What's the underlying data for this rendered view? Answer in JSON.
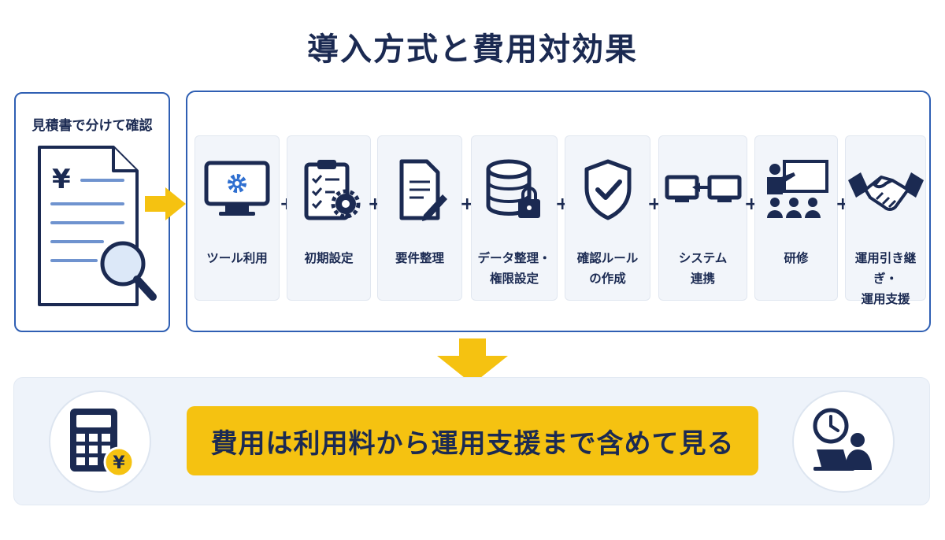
{
  "title": "導入方式と費用対効果",
  "left_panel": {
    "label": "見積書で分けて確認",
    "doc_symbol": "¥",
    "icon": "document-magnifier-icon"
  },
  "steps": [
    {
      "label": "ツール利用",
      "icon": "monitor-gear-icon"
    },
    {
      "label": "初期設定",
      "icon": "clipboard-gear-icon"
    },
    {
      "label": "要件整理",
      "icon": "document-pencil-icon"
    },
    {
      "label": "データ整理・\n権限設定",
      "icon": "database-lock-icon"
    },
    {
      "label": "確認ルール\nの作成",
      "icon": "shield-check-icon"
    },
    {
      "label": "システム\n連携",
      "icon": "monitors-link-icon"
    },
    {
      "label": "研修",
      "icon": "presentation-icon"
    },
    {
      "label": "運用引き継ぎ・\n運用支援",
      "icon": "handshake-icon"
    }
  ],
  "plus_sign": "+",
  "banner": {
    "text": "費用は利用料から運用支援まで含めて見る"
  },
  "bottom_icons": {
    "left": {
      "icon": "calculator-yen-icon",
      "symbol": "¥"
    },
    "right": {
      "icon": "clock-person-laptop-icon"
    }
  },
  "colors": {
    "navy": "#1b2a52",
    "accent_blue": "#2f5fb3",
    "yellow": "#f5c211",
    "panel_bg": "#f2f5fa"
  }
}
